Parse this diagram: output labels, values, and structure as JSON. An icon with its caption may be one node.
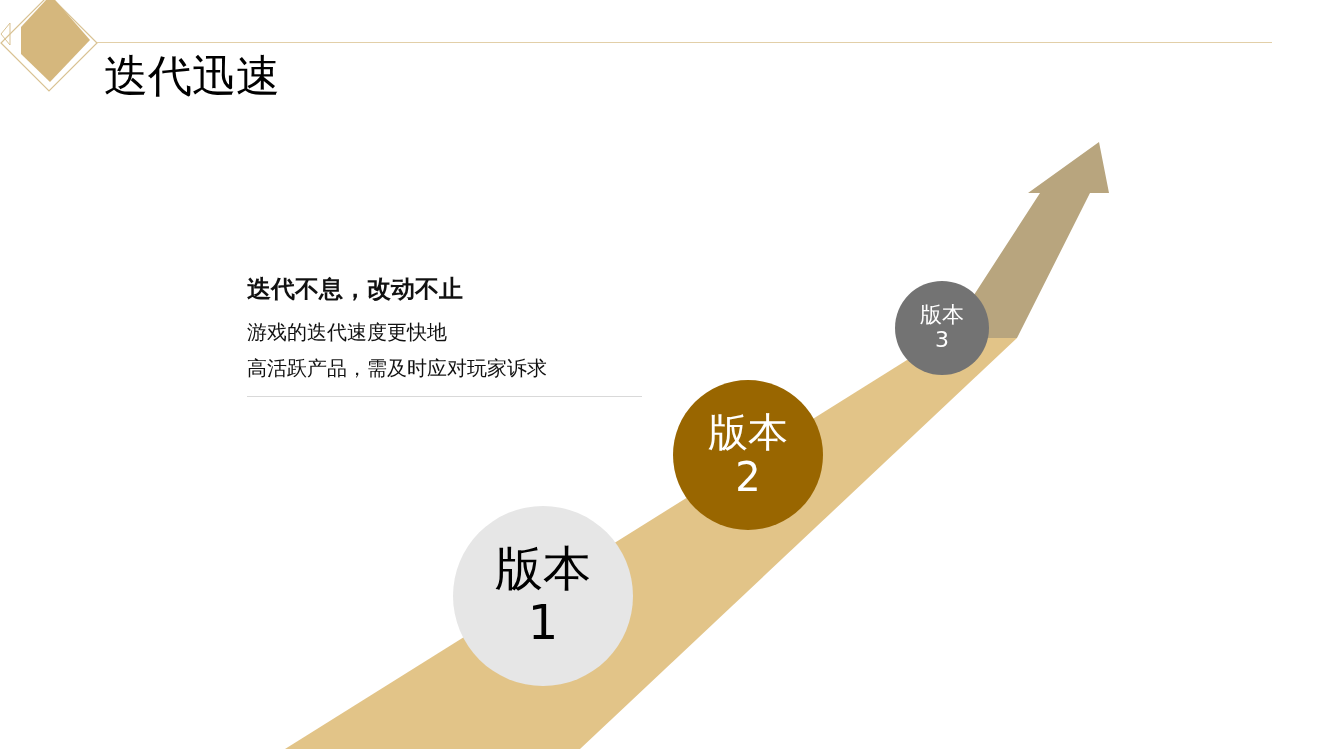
{
  "diagram": {
    "title": "迭代迅速",
    "nodes": [
      {
        "text": [
          "版本1"
        ]
      },
      {
        "text": [
          "版本2"
        ]
      },
      {
        "text": [
          "版本3"
        ]
      }
    ],
    "labels": [
      "迭代不息，改动不止",
      "游戏的迭代速度更快地",
      "高活跃产品，需及时应对玩家诉求"
    ]
  }
}
